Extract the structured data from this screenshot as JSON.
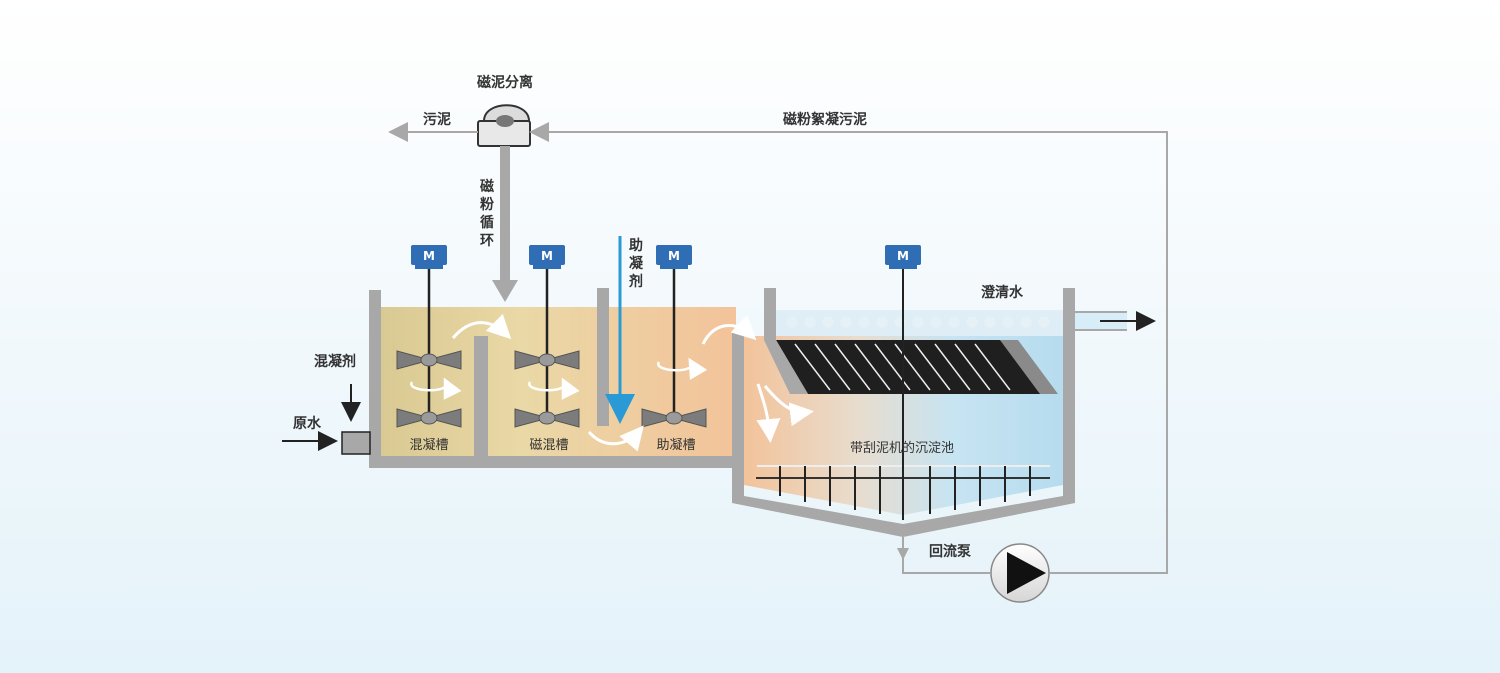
{
  "labels": {
    "magnetic_separation": "磁泥分离",
    "sludge": "污泥",
    "magnetic_floc_sludge": "磁粉絮凝污泥",
    "magnetic_cycle": [
      "磁",
      "粉",
      "循",
      "环"
    ],
    "flocculant_aid": [
      "助",
      "凝",
      "剂"
    ],
    "coagulant": "混凝剂",
    "raw_water": "原水",
    "mixing_tank": "混凝槽",
    "magnetic_mixing_tank": "磁混槽",
    "flocculation_tank": "助凝槽",
    "clarified_water": "澄清水",
    "sedimentation_tank": "带刮泥机的沉淀池",
    "return_pump": "回流泵",
    "motor": "M"
  },
  "colors": {
    "background_top": "#ffffff",
    "background_bottom": "#e6f3fa",
    "wall": "#a8a8a8",
    "motor": "#2f6db5",
    "dosing_arrow": "#2a9ad6",
    "water_warm": "#f0c89a",
    "water_cool": "#b9ddee"
  }
}
